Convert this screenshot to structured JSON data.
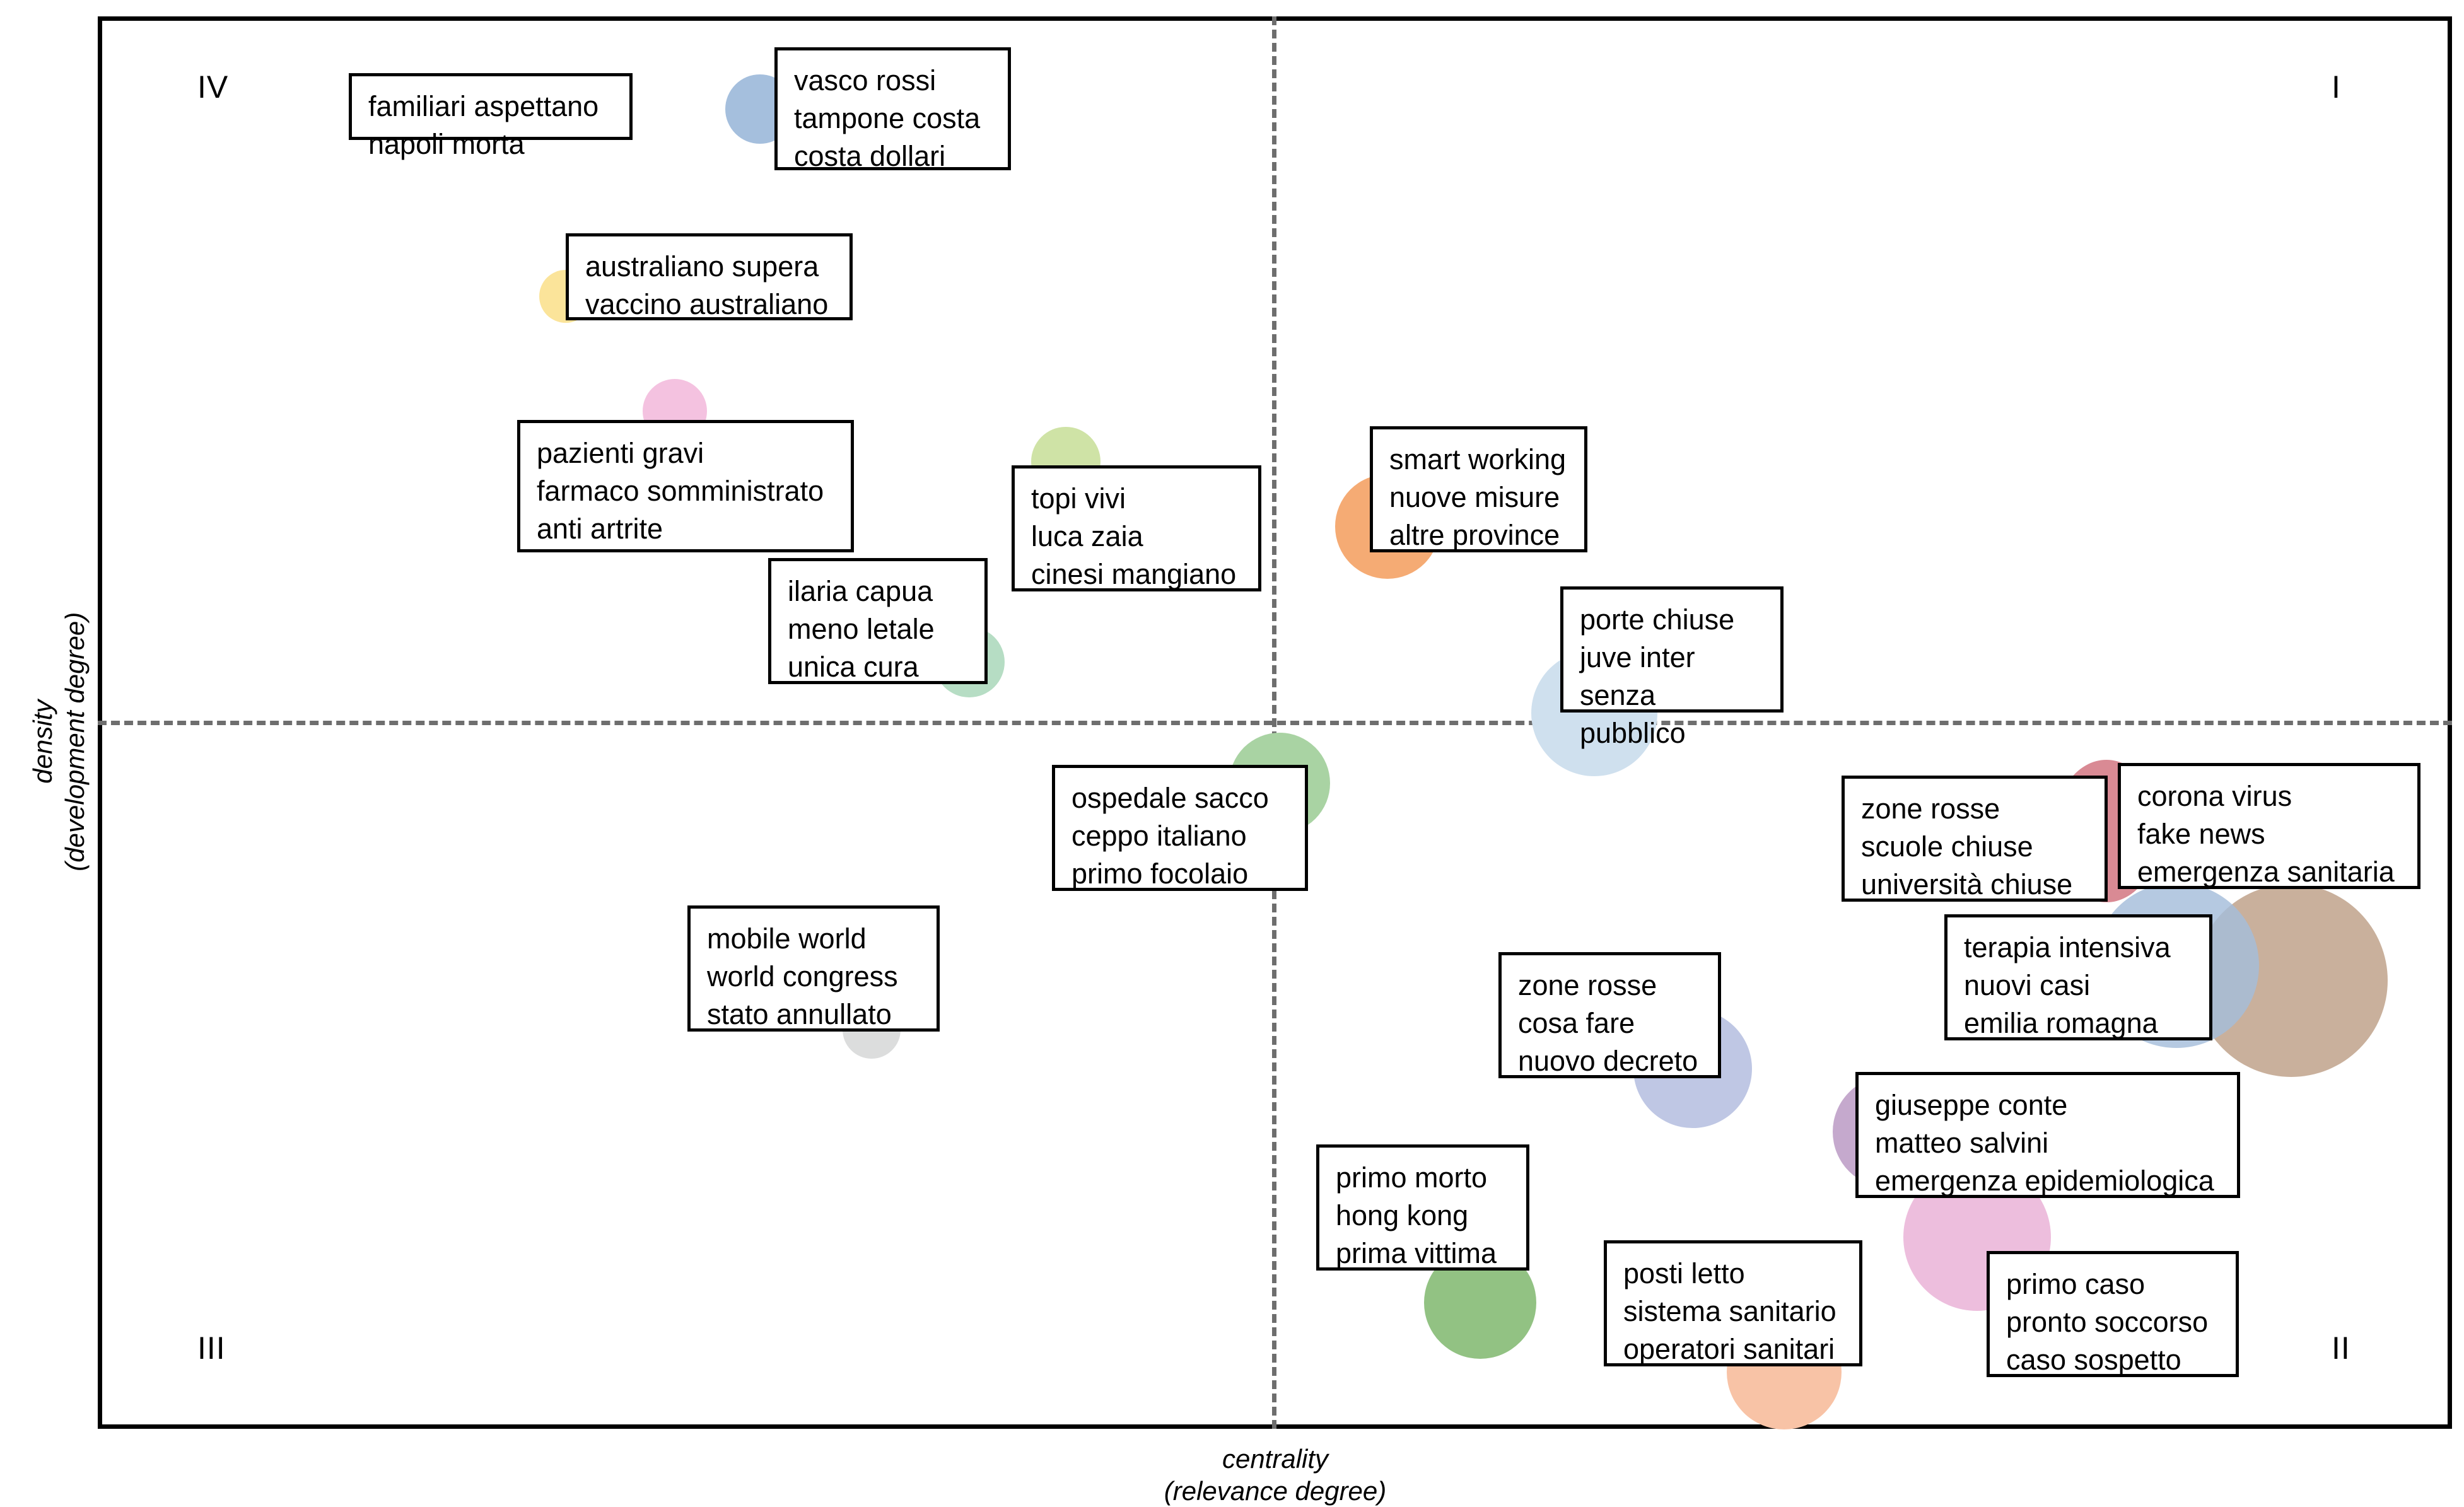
{
  "chart_data": {
    "type": "scatter",
    "title": "",
    "xlabel": "centrality\n(relevance degree)",
    "ylabel": "density\n(development degree)",
    "grid": false,
    "legend": "none",
    "axis_style": "dashed cross at center, solid outer frame",
    "quadrants": [
      {
        "id": "quadrant-I",
        "label": "I",
        "position": "top-right"
      },
      {
        "id": "quadrant-II",
        "label": "II",
        "position": "bottom-right"
      },
      {
        "id": "quadrant-III",
        "label": "III",
        "position": "bottom-left"
      },
      {
        "id": "quadrant-IV",
        "label": "IV",
        "position": "top-left"
      }
    ],
    "points": [
      {
        "name": "familiari-aspettano",
        "label": "familiari aspettano\nnapoli morta",
        "quadrant": "IV",
        "color": "",
        "bubble": false
      },
      {
        "name": "vasco-rossi",
        "label": "vasco rossi\ntampone costa\ncosta dollari",
        "quadrant": "IV",
        "color": "#a5bfdd",
        "bubble": true
      },
      {
        "name": "australiano-supera",
        "label": "australiano supera\nvaccino australiano",
        "quadrant": "IV",
        "color": "#fbe49a",
        "bubble": true
      },
      {
        "name": "pazienti-gravi",
        "label": "pazienti gravi\nfarmaco somministrato\nanti artrite",
        "quadrant": "IV",
        "color": "#f4c2e0",
        "bubble": true
      },
      {
        "name": "topi-vivi",
        "label": "topi vivi\nluca zaia\ncinesi mangiano",
        "quadrant": "IV",
        "color": "#cfe3a6",
        "bubble": true
      },
      {
        "name": "ilaria-capua",
        "label": "ilaria capua\nmeno letale\nunica cura",
        "quadrant": "IV",
        "color": "#b6ddc4",
        "bubble": true
      },
      {
        "name": "smart-working",
        "label": "smart working\nnuove misure\naltre province",
        "quadrant": "I",
        "color": "#f5ab74",
        "bubble": true
      },
      {
        "name": "porte-chiuse",
        "label": "porte chiuse\njuve inter\nsenza pubblico",
        "quadrant": "I",
        "color": "#cfe0ee",
        "bubble": true
      },
      {
        "name": "ospedale-sacco",
        "label": "ospedale sacco\nceppo italiano\nprimo focolaio",
        "quadrant": "III",
        "color": "#a9d3a3",
        "bubble": true
      },
      {
        "name": "mobile-world",
        "label": "mobile world\nworld congress\nstato annullato",
        "quadrant": "III",
        "color": "#dcdddd",
        "bubble": true
      },
      {
        "name": "primo-morto",
        "label": "primo morto\nhong kong\nprima vittima",
        "quadrant": "III",
        "color": "#92c283",
        "bubble": true
      },
      {
        "name": "zone-rosse-cosa-fare",
        "label": "zone rosse\ncosa fare\nnuovo decreto",
        "quadrant": "II",
        "color": "#bfc7e4",
        "bubble": true
      },
      {
        "name": "posti-letto",
        "label": "posti letto\nsistema sanitario\noperatori sanitari",
        "quadrant": "II",
        "color": "#f8c3a6",
        "bubble": true
      },
      {
        "name": "zone-rosse-scuole",
        "label": "zone rosse\nscuole chiuse\nuniversità chiuse",
        "quadrant": "II",
        "color": "#d98a94",
        "bubble": true
      },
      {
        "name": "corona-virus",
        "label": "corona virus\nfake news\nemergenza sanitaria",
        "quadrant": "II",
        "color": "#c2a58e",
        "bubble": true
      },
      {
        "name": "terapia-intensiva",
        "label": "terapia intensiva\nnuovi casi\nemilia romagna",
        "quadrant": "II",
        "color": "#a5bdda",
        "bubble": true
      },
      {
        "name": "giuseppe-conte",
        "label": "giuseppe conte\nmatteo salvini\nemergenza epidemiologica",
        "quadrant": "II",
        "color": "#bfa0c8",
        "bubble": true
      },
      {
        "name": "primo-caso",
        "label": "primo caso\npronto soccorso\ncaso sospetto",
        "quadrant": "II",
        "color": "#edbedd",
        "bubble": true
      }
    ]
  },
  "axes": {
    "y_title": "density\n(development degree)",
    "x_title": "centrality\n(relevance degree)"
  },
  "quadrants": {
    "one": "I",
    "two": "II",
    "three": "III",
    "four": "IV"
  },
  "labels": {
    "familiari_aspettano": "familiari aspettano\nnapoli morta",
    "vasco_rossi": "vasco rossi\ntampone costa\ncosta dollari",
    "australiano_supera": "australiano supera\nvaccino australiano",
    "pazienti_gravi": "pazienti gravi\nfarmaco somministrato\nanti artrite",
    "topi_vivi": "topi vivi\nluca zaia\ncinesi mangiano",
    "ilaria_capua": "ilaria capua\nmeno letale\nunica cura",
    "smart_working": "smart working\nnuove misure\naltre province",
    "porte_chiuse": "porte chiuse\njuve inter\nsenza pubblico",
    "ospedale_sacco": "ospedale sacco\nceppo italiano\nprimo focolaio",
    "mobile_world": "mobile world\nworld congress\nstato annullato",
    "primo_morto": "primo morto\nhong kong\nprima vittima",
    "zone_rosse_cosa_fare": "zone rosse\ncosa fare\nnuovo decreto",
    "posti_letto": "posti letto\nsistema sanitario\noperatori sanitari",
    "zone_rosse_scuole": "zone rosse\nscuole chiuse\nuniversità chiuse",
    "corona_virus": "corona virus\nfake news\nemergenza sanitaria",
    "terapia_intensiva": "terapia intensiva\nnuovi casi\nemilia romagna",
    "giuseppe_conte": "giuseppe conte\nmatteo salvini\nemergenza epidemiologica",
    "primo_caso": "primo caso\npronto soccorso\ncaso sospetto"
  }
}
